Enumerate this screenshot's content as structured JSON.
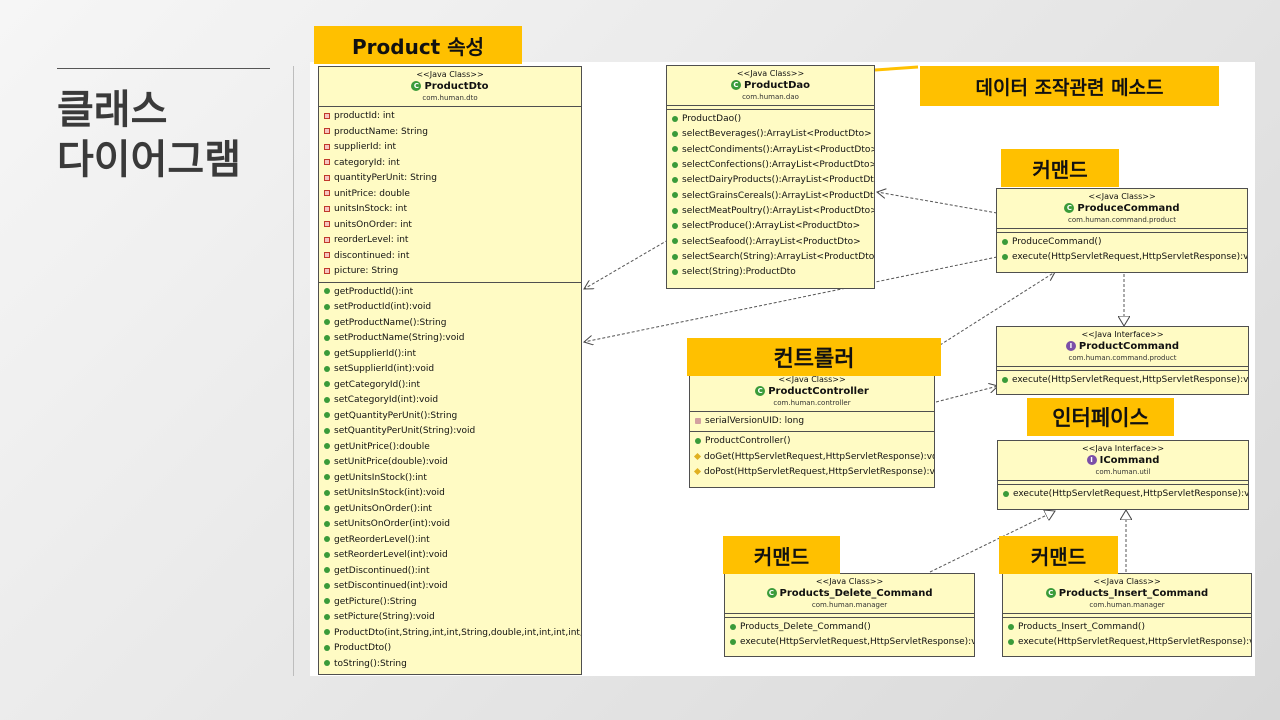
{
  "slide": {
    "title_line1": "클래스",
    "title_line2": "다이어그램"
  },
  "labels": {
    "product_attrs": "Product  속성",
    "data_methods": "데이터 조작관련 메소드",
    "command_top": "커맨드",
    "controller": "컨트롤러",
    "interface": "인터페이스",
    "command_left": "커맨드",
    "command_right": "커맨드"
  },
  "classes": {
    "product_dto": {
      "stereotype": "<<Java Class>>",
      "name": "ProductDto",
      "package": "com.human.dto",
      "fields": [
        "productId: int",
        "productName: String",
        "supplierId: int",
        "categoryId: int",
        "quantityPerUnit: String",
        "unitPrice: double",
        "unitsInStock: int",
        "unitsOnOrder: int",
        "reorderLevel: int",
        "discontinued: int",
        "picture: String"
      ],
      "methods": [
        "getProductId():int",
        "setProductId(int):void",
        "getProductName():String",
        "setProductName(String):void",
        "getSupplierId():int",
        "setSupplierId(int):void",
        "getCategoryId():int",
        "setCategoryId(int):void",
        "getQuantityPerUnit():String",
        "setQuantityPerUnit(String):void",
        "getUnitPrice():double",
        "setUnitPrice(double):void",
        "getUnitsInStock():int",
        "setUnitsInStock(int):void",
        "getUnitsOnOrder():int",
        "setUnitsOnOrder(int):void",
        "getReorderLevel():int",
        "setReorderLevel(int):void",
        "getDiscontinued():int",
        "setDiscontinued(int):void",
        "getPicture():String",
        "setPicture(String):void",
        "ProductDto(int,String,int,int,String,double,int,int,int,int,String)",
        "ProductDto()",
        "toString():String"
      ]
    },
    "product_dao": {
      "stereotype": "<<Java Class>>",
      "name": "ProductDao",
      "package": "com.human.dao",
      "methods": [
        "ProductDao()",
        "selectBeverages():ArrayList<ProductDto>",
        "selectCondiments():ArrayList<ProductDto>",
        "selectConfections():ArrayList<ProductDto>",
        "selectDairyProducts():ArrayList<ProductDto>",
        "selectGrainsCereals():ArrayList<ProductDto>",
        "selectMeatPoultry():ArrayList<ProductDto>",
        "selectProduce():ArrayList<ProductDto>",
        "selectSeafood():ArrayList<ProductDto>",
        "selectSearch(String):ArrayList<ProductDto>",
        "select(String):ProductDto"
      ]
    },
    "produce_command": {
      "stereotype": "<<Java Class>>",
      "name": "ProduceCommand",
      "package": "com.human.command.product",
      "methods": [
        "ProduceCommand()",
        "execute(HttpServletRequest,HttpServletResponse):void"
      ]
    },
    "product_command": {
      "stereotype": "<<Java Interface>>",
      "name": "ProductCommand",
      "package": "com.human.command.product",
      "methods": [
        "execute(HttpServletRequest,HttpServletResponse):void"
      ]
    },
    "product_controller": {
      "stereotype": "<<Java Class>>",
      "name": "ProductController",
      "package": "com.human.controller",
      "fields": [
        "serialVersionUID: long"
      ],
      "methods": [
        "ProductController()",
        "doGet(HttpServletRequest,HttpServletResponse):void",
        "doPost(HttpServletRequest,HttpServletResponse):void"
      ]
    },
    "icommand": {
      "stereotype": "<<Java Interface>>",
      "name": "ICommand",
      "package": "com.human.util",
      "methods": [
        "execute(HttpServletRequest,HttpServletResponse):void"
      ]
    },
    "delete_command": {
      "stereotype": "<<Java Class>>",
      "name": "Products_Delete_Command",
      "package": "com.human.manager",
      "methods": [
        "Products_Delete_Command()",
        "execute(HttpServletRequest,HttpServletResponse):void"
      ]
    },
    "insert_command": {
      "stereotype": "<<Java Class>>",
      "name": "Products_Insert_Command",
      "package": "com.human.manager",
      "methods": [
        "Products_Insert_Command()",
        "execute(HttpServletRequest,HttpServletResponse):void"
      ]
    }
  },
  "colors": {
    "class_fill": "#fffbc4",
    "label_fill": "#ffc000",
    "class_icon": "#3a9b3a",
    "interface_icon": "#7b4fa8"
  }
}
